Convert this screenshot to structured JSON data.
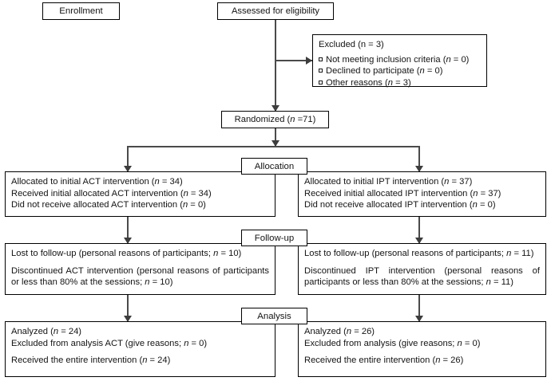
{
  "diagram": {
    "title": "CONSORT participant flow diagram",
    "type": "flowchart",
    "stages": [
      {
        "key": "enrollment",
        "label": "Enrollment"
      },
      {
        "key": "allocation",
        "label": "Allocation"
      },
      {
        "key": "followup",
        "label": "Follow-up"
      },
      {
        "key": "analysis",
        "label": "Analysis"
      }
    ],
    "enrollment": {
      "assessed": {
        "label": "Assessed for eligibility"
      },
      "excluded": {
        "heading": "Excluded (n = 3)",
        "heading_prefix": "Excluded (n = 3)",
        "items": [
          {
            "text_before": "Not meeting inclusion criteria (",
            "italic": "n",
            "text_after": " = 0)"
          },
          {
            "text_before": "Declined to participate (",
            "italic": "n",
            "text_after": " = 0)"
          },
          {
            "text_before": "Other reasons (",
            "italic": "n",
            "text_after": " = 3)"
          }
        ]
      },
      "randomized": {
        "text_before": "Randomized (",
        "italic": "n",
        "text_after": " =71)"
      }
    },
    "arms": {
      "left": {
        "name": "ACT",
        "allocation": [
          {
            "text_before": "Allocated to initial ACT intervention (",
            "italic": "n",
            "text_after": " = 34)"
          },
          {
            "text_before": "Received initial allocated ACT intervention (",
            "italic": "n",
            "text_after": " = 34)"
          },
          {
            "text_before": "Did not receive allocated ACT intervention (",
            "italic": "n",
            "text_after": " = 0)"
          }
        ],
        "followup": {
          "lost": {
            "text_before": "Lost to follow-up (personal reasons of participants; ",
            "italic": "n",
            "text_after": " = 10)"
          },
          "discontinued": {
            "text_before": "Discontinued ACT intervention (personal reasons of participants or less than 80% at the sessions; ",
            "italic": "n",
            "text_after": " = 10)"
          }
        },
        "analysis": [
          {
            "text_before": "Analyzed (",
            "italic": "n",
            "text_after": " = 24)"
          },
          {
            "text_before": "Excluded from analysis ACT (give reasons; ",
            "italic": "n",
            "text_after": " = 0)"
          },
          {
            "text_before": "Received the entire intervention (",
            "italic": "n",
            "text_after": " = 24)"
          }
        ]
      },
      "right": {
        "name": "IPT",
        "allocation": [
          {
            "text_before": "Allocated to initial IPT intervention (",
            "italic": "n",
            "text_after": " = 37)"
          },
          {
            "text_before": "Received initial allocated IPT intervention (",
            "italic": "n",
            "text_after": " = 37)"
          },
          {
            "text_before": "Did not receive allocated IPT intervention (",
            "italic": "n",
            "text_after": " = 0)"
          }
        ],
        "followup": {
          "lost": {
            "text_before": "Lost to follow-up (personal reasons of participants; ",
            "italic": "n",
            "text_after": " = 11)"
          },
          "discontinued": {
            "text_before": "Discontinued IPT intervention (personal reasons of participants or less than 80% at the sessions; ",
            "italic": "n",
            "text_after": " = 11)"
          }
        },
        "analysis": [
          {
            "text_before": "Analyzed (",
            "italic": "n",
            "text_after": " = 26)"
          },
          {
            "text_before": "Excluded from analysis (give reasons; ",
            "italic": "n",
            "text_after": " = 0)"
          },
          {
            "text_before": "Received the entire intervention (",
            "italic": "n",
            "text_after": " = 26)"
          }
        ]
      }
    },
    "colors": {
      "border": "#000000",
      "connector": "#4a4a4a",
      "arrow": "#3d3d3d",
      "background": "#ffffff",
      "text": "#141414"
    }
  }
}
